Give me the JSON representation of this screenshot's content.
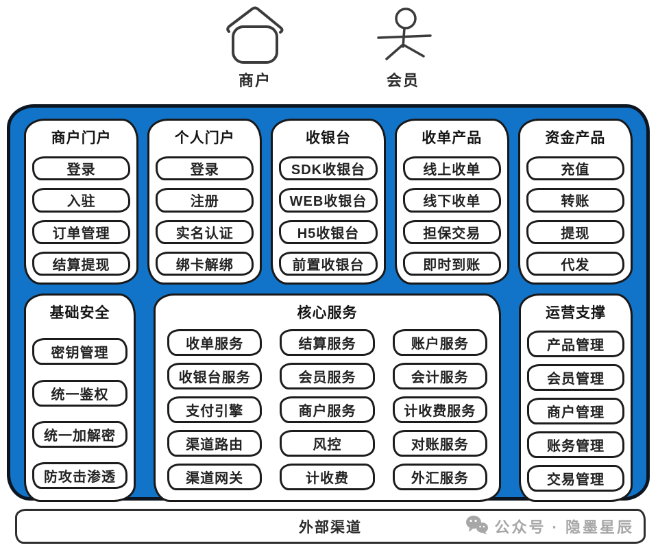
{
  "actors": {
    "merchant": {
      "label": "商户"
    },
    "member": {
      "label": "会员"
    }
  },
  "row1": [
    {
      "title": "商户门户",
      "items": [
        "登录",
        "入驻",
        "订单管理",
        "结算提现"
      ]
    },
    {
      "title": "个人门户",
      "items": [
        "登录",
        "注册",
        "实名认证",
        "绑卡解绑"
      ]
    },
    {
      "title": "收银台",
      "items": [
        "SDK收银台",
        "WEB收银台",
        "H5收银台",
        "前置收银台"
      ]
    },
    {
      "title": "收单产品",
      "items": [
        "线上收单",
        "线下收单",
        "担保交易",
        "即时到账"
      ]
    },
    {
      "title": "资金产品",
      "items": [
        "充值",
        "转账",
        "提现",
        "代发"
      ]
    }
  ],
  "security": {
    "title": "基础安全",
    "items": [
      "密钥管理",
      "统一鉴权",
      "统一加解密",
      "防攻击渗透"
    ]
  },
  "core": {
    "title": "核心服务",
    "columns": [
      [
        "收单服务",
        "收银台服务",
        "支付引擎",
        "渠道路由",
        "渠道网关"
      ],
      [
        "结算服务",
        "会员服务",
        "商户服务",
        "风控",
        "计收费"
      ],
      [
        "账户服务",
        "会计服务",
        "计收费服务",
        "对账服务",
        "外汇服务"
      ]
    ]
  },
  "ops": {
    "title": "运营支撑",
    "items": [
      "产品管理",
      "会员管理",
      "商户管理",
      "账务管理",
      "交易管理"
    ]
  },
  "bottom": {
    "label": "外部渠道"
  },
  "watermark": {
    "text": "公众号 · 隐墨星辰"
  },
  "colors": {
    "container_blue": "#1274c9",
    "outline_dark": "#0d1620",
    "panel_white": "#ffffff",
    "text_dark": "#222222",
    "watermark_gray": "#a7a7a7"
  }
}
